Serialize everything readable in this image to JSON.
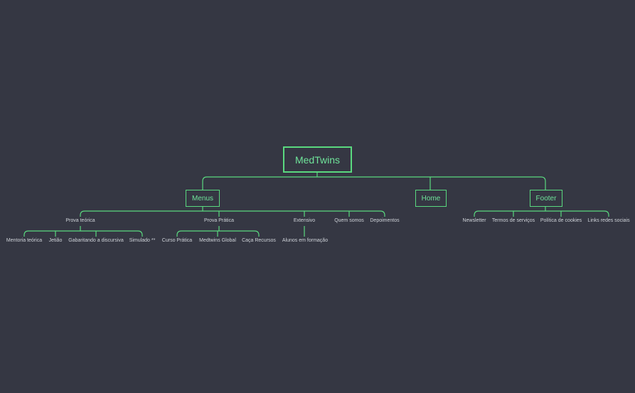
{
  "mindmap": {
    "root": "MedTwins",
    "branches": [
      {
        "label": "Menus",
        "children": [
          {
            "label": "Prova teórica",
            "children": [
              "Mentoria teórica",
              "Jetião",
              "Gabaritando a discursiva",
              "Simulado **"
            ]
          },
          {
            "label": "Prova Prática",
            "children": [
              "Curso Prática",
              "Medtwins Global",
              "Caça Recursos"
            ]
          },
          {
            "label": "Extensivo",
            "children": [
              "Alunos em formação"
            ]
          },
          {
            "label": "Quem somos",
            "children": []
          },
          {
            "label": "Depoimentos",
            "children": []
          }
        ]
      },
      {
        "label": "Home",
        "children": []
      },
      {
        "label": "Footer",
        "children": [
          {
            "label": "Newsletter",
            "children": []
          },
          {
            "label": "Termos de serviços",
            "children": []
          },
          {
            "label": "Política de cookies",
            "children": []
          },
          {
            "label": "Links redes sociais",
            "children": []
          }
        ]
      }
    ]
  },
  "colors": {
    "background": "#353743",
    "line": "#5ad97f",
    "accent_text": "#6fe39a",
    "label_text": "#cfd3d9"
  }
}
